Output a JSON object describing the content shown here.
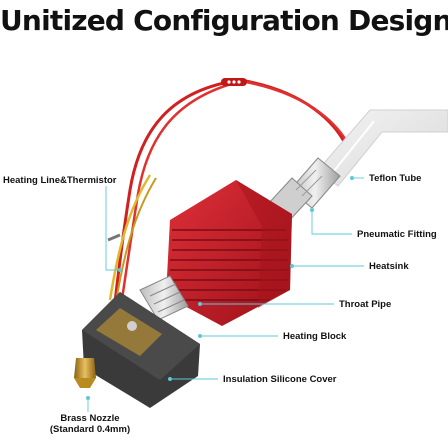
{
  "title": "Unitized Configuration Design",
  "labels": {
    "heating_line": "Heating Line&Thermistor",
    "teflon_tube": "Teflon Tube",
    "pneumatic_fitting": "Pneumatic Fitting",
    "heatsink": "Heatsink",
    "throat_pipe": "Throat Pipe",
    "heating_block": "Heating Block",
    "insulation_cover": "Insulation Silicone Cover",
    "brass_nozzle": "Brass Nozzle",
    "brass_nozzle_spec": "(Standard 0.4mm)"
  },
  "colors": {
    "heatsink_red": "#c8202a",
    "callout_cyan": "#5ec8d8",
    "cover_dark": "#3a3a3a",
    "brass": "#c89a30",
    "wire_red": "#d02020",
    "wire_yellow": "#e0b830"
  }
}
